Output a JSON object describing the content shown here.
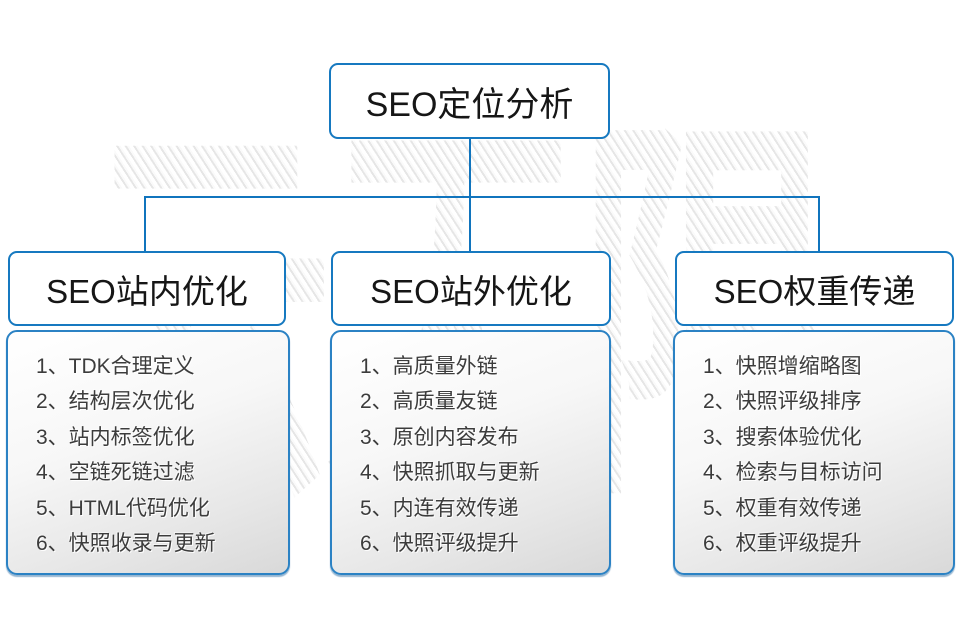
{
  "watermark": "云无限",
  "root": {
    "label": "SEO定位分析"
  },
  "columns": [
    {
      "header": "SEO站内优化",
      "items": [
        "1、TDK合理定义",
        "2、结构层次优化",
        "3、站内标签优化",
        "4、空链死链过滤",
        "5、HTML代码优化",
        "6、快照收录与更新"
      ]
    },
    {
      "header": "SEO站外优化",
      "items": [
        "1、高质量外链",
        "2、高质量友链",
        "3、原创内容发布",
        "4、快照抓取与更新",
        "5、内连有效传递",
        "6、快照评级提升"
      ]
    },
    {
      "header": "SEO权重传递",
      "items": [
        "1、快照增缩略图",
        "2、快照评级排序",
        "3、搜索体验优化",
        "4、检索与目标访问",
        "5、权重有效传递",
        "6、权重评级提升"
      ]
    }
  ],
  "colors": {
    "line_blue": "#1074bd",
    "border_blue": "#1679c0",
    "heading_text": "#161616",
    "item_text": "#3c3c3c",
    "list_gradient_bottom": "#d9d9d9",
    "watermark_gray": "#ededed"
  }
}
